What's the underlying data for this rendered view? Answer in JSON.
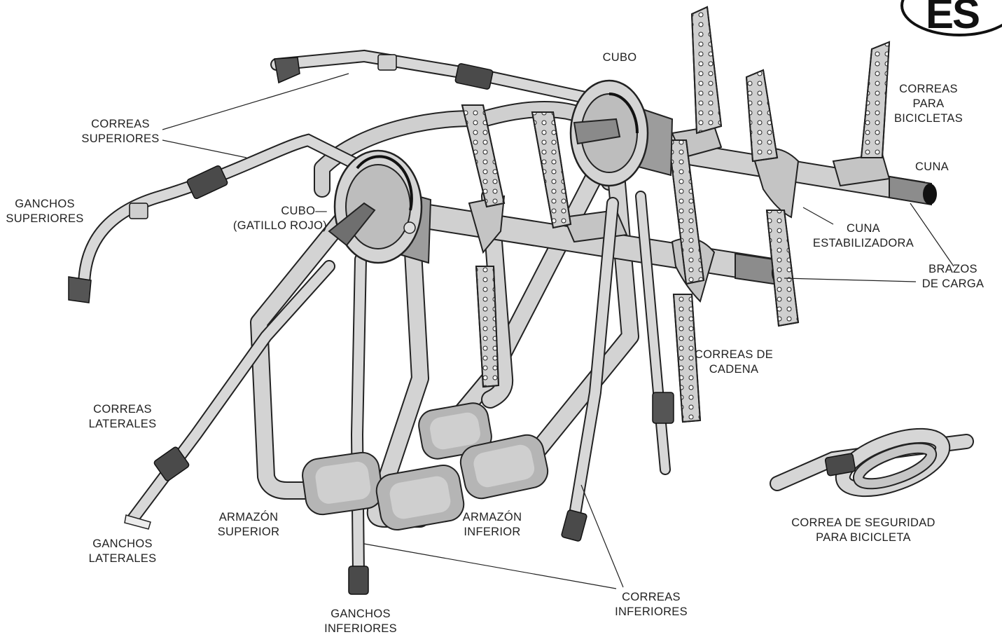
{
  "language_badge": "ES",
  "labels": {
    "correas_superiores": [
      "CORREAS",
      "SUPERIORES"
    ],
    "ganchos_superiores": [
      "GANCHOS",
      "SUPERIORES"
    ],
    "cubo_top": [
      "CUBO"
    ],
    "cubo_gatillo": [
      "CUBO—",
      "(GATILLO ROJO)"
    ],
    "correas_bicicletas": [
      "CORREAS",
      "PARA",
      "BICICLETAS"
    ],
    "cuna": [
      "CUNA"
    ],
    "cuna_estabilizadora": [
      "CUNA",
      "ESTABILIZADORA"
    ],
    "brazos_de_carga": [
      "BRAZOS",
      "DE CARGA"
    ],
    "correas_de_cadena": [
      "CORREAS DE",
      "CADENA"
    ],
    "correas_laterales": [
      "CORREAS",
      "LATERALES"
    ],
    "ganchos_laterales": [
      "GANCHOS",
      "LATERALES"
    ],
    "armazon_superior": [
      "ARMAZÓN",
      "SUPERIOR"
    ],
    "armazon_inferior": [
      "ARMAZÓN",
      "INFERIOR"
    ],
    "ganchos_inferiores": [
      "GANCHOS",
      "INFERIORES"
    ],
    "correas_inferiores": [
      "CORREAS",
      "INFERIORES"
    ],
    "correa_seguridad": [
      "CORREA DE SEGURIDAD",
      "PARA BICICLETA"
    ]
  }
}
